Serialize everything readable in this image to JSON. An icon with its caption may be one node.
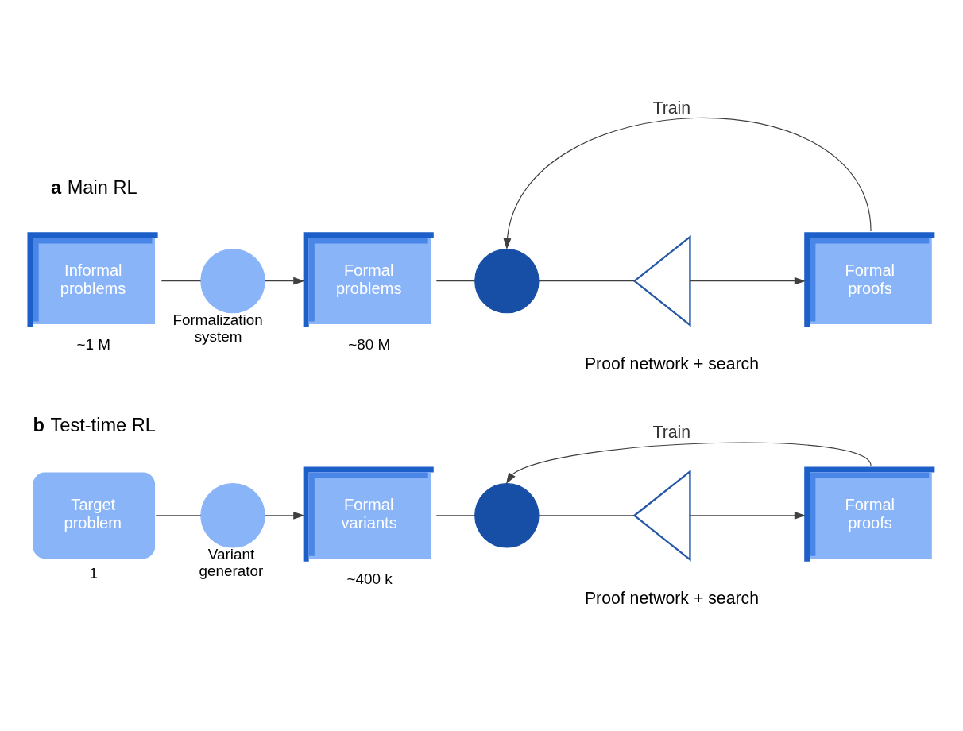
{
  "diagram": {
    "nodes": [
      {
        "text": [
          "Informal problems"
        ],
        "beside": [
          "~1 M"
        ]
      },
      {
        "text": [],
        "shape": "circle",
        "beside": [
          "Formalization system"
        ]
      },
      {
        "text": [
          "Formal problems"
        ],
        "beside": [
          "~80 M"
        ]
      },
      {
        "text": [],
        "shape": "circle"
      },
      {
        "text": [],
        "shape": "picture"
      },
      {
        "text": [
          "Formal proofs"
        ]
      },
      {
        "text": [
          "Target problem"
        ],
        "beside": [
          "1"
        ]
      },
      {
        "text": [],
        "shape": "circle",
        "beside": [
          "Variant generator"
        ]
      },
      {
        "text": [
          "Formal variants"
        ],
        "beside": [
          "~400 k"
        ]
      },
      {
        "text": [],
        "shape": "circle"
      },
      {
        "text": [],
        "shape": "picture"
      },
      {
        "text": [
          "Formal proofs"
        ]
      }
    ],
    "edges": [
      {
        "from": 0,
        "to": 1,
        "arrow": "none"
      },
      {
        "from": 1,
        "to": 2,
        "arrow": "to"
      },
      {
        "from": 2,
        "to": 3,
        "arrow": "none"
      },
      {
        "from": 3,
        "to": 4,
        "arrow": "none"
      },
      {
        "from": 4,
        "to": 5,
        "arrow": "to"
      },
      {
        "from": 5,
        "to": 3,
        "arrow": "to",
        "label": "Train"
      },
      {
        "from": 6,
        "to": 7,
        "arrow": "none"
      },
      {
        "from": 7,
        "to": 8,
        "arrow": "to"
      },
      {
        "from": 8,
        "to": 9,
        "arrow": "none"
      },
      {
        "from": 9,
        "to": 10,
        "arrow": "none"
      },
      {
        "from": 10,
        "to": 11,
        "arrow": "to"
      },
      {
        "from": 11,
        "to": 9,
        "arrow": "to",
        "label": "Train"
      }
    ],
    "labels": [
      "**a** Main RL",
      "Proof network + search",
      "**b** Test-time RL",
      "Proof network + search"
    ]
  }
}
